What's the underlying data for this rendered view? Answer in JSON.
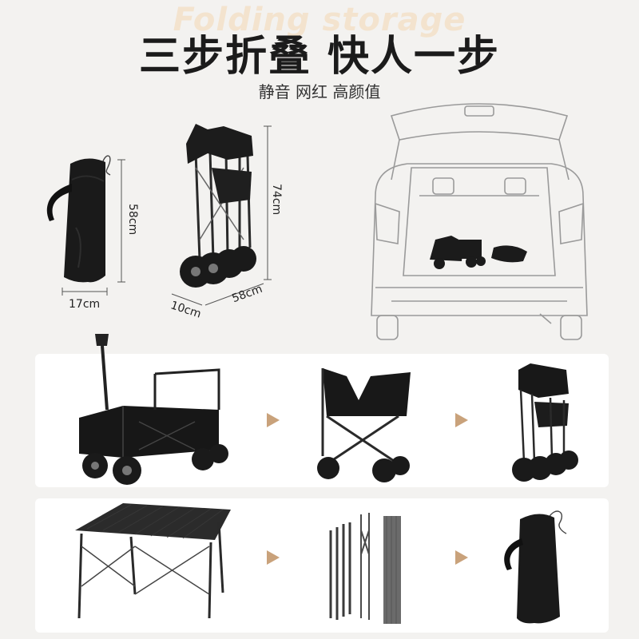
{
  "header": {
    "watermark": "Folding storage",
    "title": "三步折叠 快人一步",
    "subtitle": "静音 网红 高颜值"
  },
  "dimensions": {
    "bag_height": "58cm",
    "bag_width": "17cm",
    "folded_height": "74cm",
    "folded_depth": "10cm",
    "folded_width": "58cm"
  },
  "steps_cart": {
    "step_count": 3
  },
  "steps_table": {
    "step_count": 3
  },
  "colors": {
    "background": "#f3f2f0",
    "panel": "#ffffff",
    "accent_arrow": "#c9a27b",
    "product": "#1c1c1c",
    "watermark": "#f3dfc3"
  }
}
